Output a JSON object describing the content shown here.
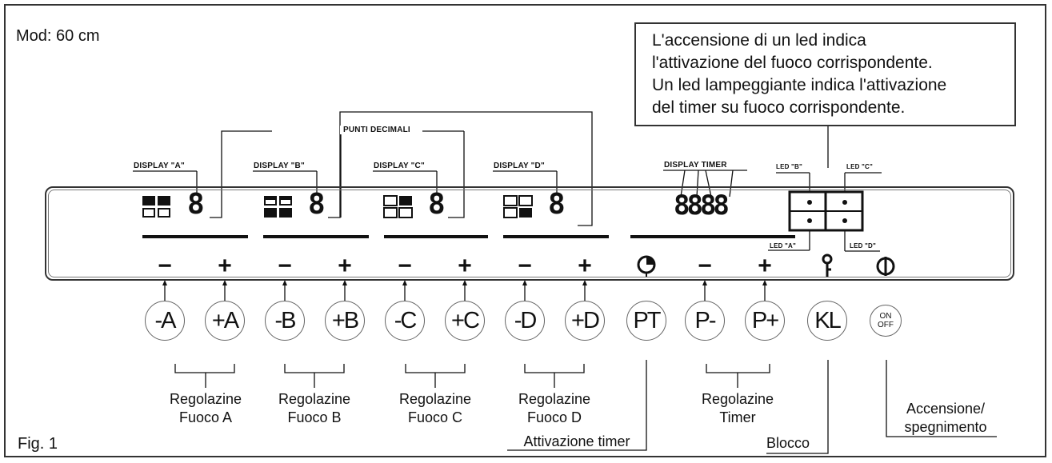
{
  "model": "Mod: 60 cm",
  "figure": "Fig. 1",
  "note": [
    "L'accensione di un led indica",
    "l'attivazione del fuoco corrispondente.",
    "Un led lampeggiante indica l'attivazione",
    "del timer su fuoco corrispondente."
  ],
  "labels": {
    "punti_decimali": "PUNTI DECIMALI",
    "display_a": "DISPLAY \"A\"",
    "display_b": "DISPLAY \"B\"",
    "display_c": "DISPLAY \"C\"",
    "display_d": "DISPLAY \"D\"",
    "display_timer": "DISPLAY TIMER",
    "led_a": "LED \"A\"",
    "led_b": "LED \"B\"",
    "led_c": "LED \"C\"",
    "led_d": "LED \"D\""
  },
  "segment_glyphs": {
    "digit": "8",
    "timer": "8888"
  },
  "symbols": {
    "minus": "−",
    "plus": "+",
    "timer_icon": "clock-icon",
    "key_icon": "key-icon",
    "power_icon": "power-icon"
  },
  "buttons": [
    {
      "label": "-A"
    },
    {
      "label": "+A"
    },
    {
      "label": "-B"
    },
    {
      "label": "+B"
    },
    {
      "label": "-C"
    },
    {
      "label": "+C"
    },
    {
      "label": "-D"
    },
    {
      "label": "+D"
    },
    {
      "label": "PT"
    },
    {
      "label": "P-"
    },
    {
      "label": "P+"
    },
    {
      "label": "KL"
    },
    {
      "label_top": "ON",
      "label_bottom": "OFF"
    }
  ],
  "captions": {
    "fuoco_a": [
      "Regolazine",
      "Fuoco A"
    ],
    "fuoco_b": [
      "Regolazine",
      "Fuoco B"
    ],
    "fuoco_c": [
      "Regolazine",
      "Fuoco C"
    ],
    "fuoco_d": [
      "Regolazine",
      "Fuoco D"
    ],
    "timer": [
      "Regolazine",
      "Timer"
    ],
    "attivazione_timer": "Attivazione timer",
    "blocco": "Blocco",
    "accensione": [
      "Accensione/",
      "spegnimento"
    ]
  }
}
